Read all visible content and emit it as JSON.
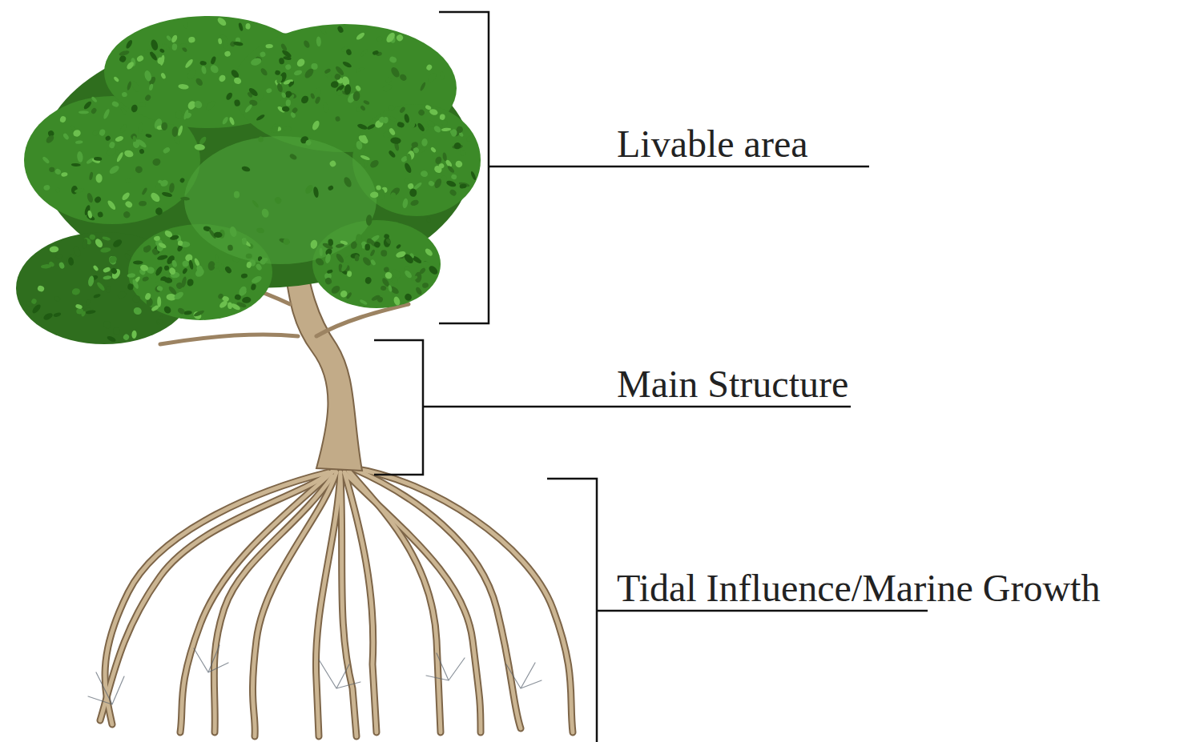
{
  "diagram": {
    "labels": [
      "Livable area",
      "Main Structure",
      "Tidal Influence/Marine Growth"
    ]
  }
}
